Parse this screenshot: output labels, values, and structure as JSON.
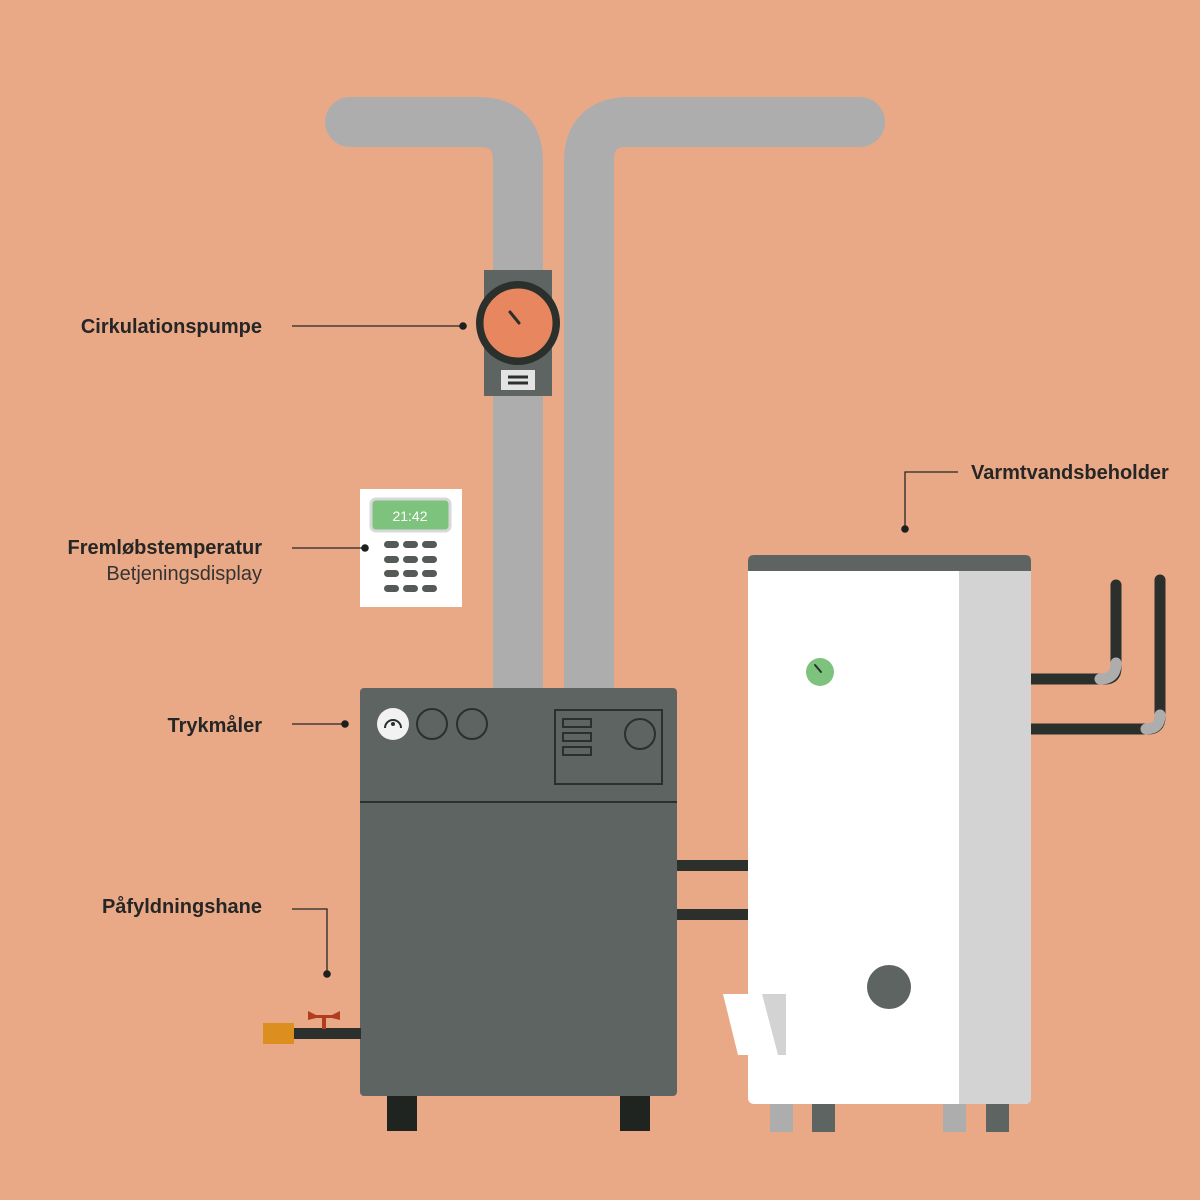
{
  "labels": {
    "pump": "Cirkulationspumpe",
    "flow_temp": "Fremløbstemperatur",
    "control_display": "Betjeningsdisplay",
    "pressure_gauge": "Trykmåler",
    "fill_tap": "Påfyldningshane",
    "water_tank": "Varmtvandsbeholder"
  },
  "display": {
    "time": "21:42"
  },
  "colors": {
    "background": "#eaa986",
    "pipe_gray": "#adadad",
    "boiler": "#5e6461",
    "tank_front": "#ffffff",
    "tank_side": "#d3d3d3",
    "screen_green": "#7dc27d",
    "pump_orange": "#e8865f",
    "valve_handle": "#b13d1f",
    "valve_body": "#dc8f1e",
    "dark_pipe": "#2b302d"
  }
}
